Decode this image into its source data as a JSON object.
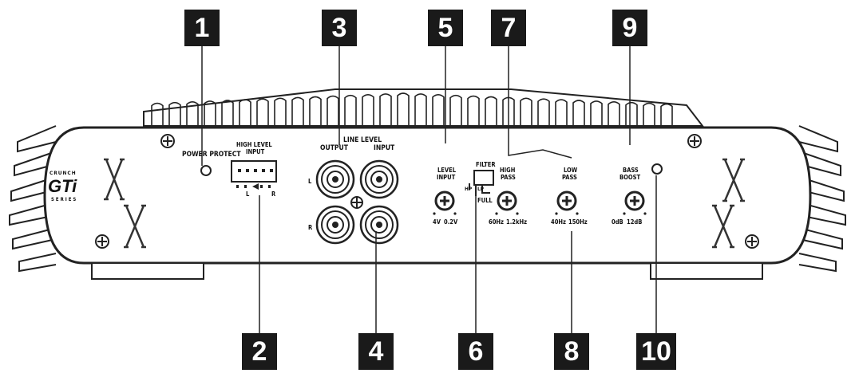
{
  "callouts": [
    "1",
    "2",
    "3",
    "4",
    "5",
    "6",
    "7",
    "8",
    "9",
    "10"
  ],
  "brand": {
    "top": "CRUNCH",
    "main": "GTi",
    "bottom": "SERIES"
  },
  "labels": {
    "power_protect": "POWER PROTECT",
    "high_level_input_1": "HIGH LEVEL",
    "high_level_input_2": "INPUT",
    "hl_left": "L",
    "hl_right": "R",
    "line_level": "LINE LEVEL",
    "output": "OUTPUT",
    "input": "INPUT",
    "rca_left": "L",
    "rca_right": "R",
    "level_input_1": "LEVEL",
    "level_input_2": "INPUT",
    "level_min": "4V",
    "level_max": "0.2V",
    "filter": "FILTER",
    "filter_hp": "HP",
    "filter_lp": "LP",
    "filter_full": "FULL",
    "high_pass_1": "HIGH",
    "high_pass_2": "PASS",
    "hp_min": "60Hz",
    "hp_max": "1.2kHz",
    "low_pass_1": "LOW",
    "low_pass_2": "PASS",
    "lp_min": "40Hz",
    "lp_max": "150Hz",
    "bass_boost_1": "BASS",
    "bass_boost_2": "BOOST",
    "bb_min": "0dB",
    "bb_max": "12dB"
  }
}
